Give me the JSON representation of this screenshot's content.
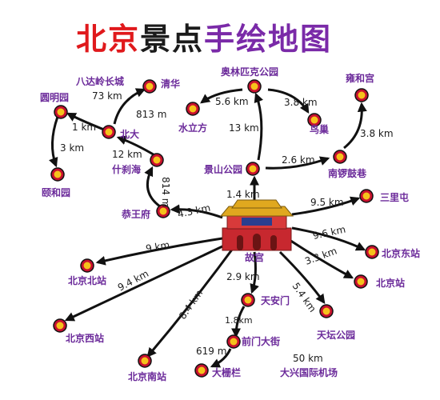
{
  "title": {
    "part1": "北京",
    "part2": "景点",
    "part3": "手绘地图"
  },
  "center": {
    "name": "故宫"
  },
  "places": {
    "badaling": "八达岭长城",
    "yuanmingyuan": "圆明园",
    "qinghua": "清华",
    "beida": "北大",
    "yiheyuan": "颐和园",
    "shichahai": "什刹海",
    "gongwangfu": "恭王府",
    "shuilifang": "水立方",
    "aolinpike": "奥林匹克公园",
    "niaochao": "鸟巢",
    "yonghegong": "雍和宫",
    "jingshan": "景山公园",
    "nanluoguxiang": "南锣鼓巷",
    "sanlitun": "三里屯",
    "beijingdongzhan": "北京东站",
    "beijingzhan": "北京站",
    "beijingbeizhan": "北京北站",
    "beijingxizhan": "北京西站",
    "beijingnanzhan": "北京南站",
    "tiananmen": "天安门",
    "qianmen": "前门大街",
    "dashilan": "大栅栏",
    "tiantan": "天坛公园",
    "daxing": "大兴国际机场"
  },
  "distances": {
    "badaling": "73 km",
    "yuanmingyuan_beida": "1 km",
    "yuanmingyuan_yiheyuan": "3 km",
    "beida_qinghua": "813 m",
    "shichahai_beida": "12 km",
    "shichahai_gongwangfu": "814 m",
    "gongwangfu_gugong": "4.3 km",
    "aolinpike_shuilifang": "5.6 km",
    "aolinpike_niaochao": "3.8 km",
    "jingshan_aolinpike": "13 km",
    "jingshan_nanluoguxiang": "2.6 km",
    "nanluoguxiang_yonghegong": "3.8 km",
    "gugong_jingshan": "1.4 km",
    "gugong_sanlitun": "9.5 km",
    "gugong_beijingdongzhan": "9.6 km",
    "gugong_beijingzhan": "3.3 km",
    "gugong_beijingbeizhan": "9 km",
    "gugong_beijingxizhan": "9.4 km",
    "gugong_beijingnanzhan": "8.4 km",
    "gugong_tiananmen": "2.9 km",
    "tiananmen_qianmen": "1.8km",
    "qianmen_dashilan": "619 m",
    "gugong_tiantan": "5.4 km",
    "daxing": "50 km"
  },
  "colors": {
    "red": "#e0191c",
    "purple": "#6b2a9a",
    "pin_outer": "#c8102e",
    "pin_inner": "#f6c21b"
  }
}
